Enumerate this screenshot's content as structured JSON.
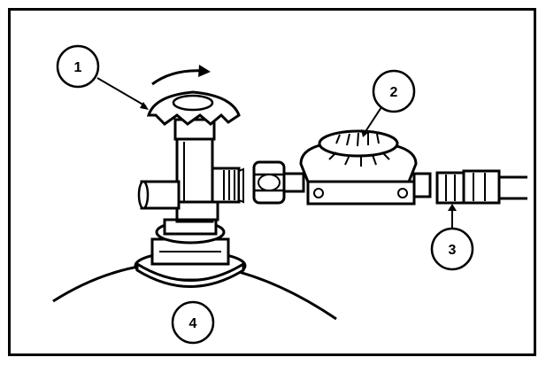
{
  "callouts": [
    {
      "id": "valve-handwheel",
      "label": "1"
    },
    {
      "id": "pressure-regulator",
      "label": "2"
    },
    {
      "id": "hose-connector",
      "label": "3"
    },
    {
      "id": "gas-cylinder",
      "label": "4"
    }
  ],
  "colors": {
    "stroke": "#000000",
    "fill": "#ffffff",
    "shade": "#555555"
  }
}
